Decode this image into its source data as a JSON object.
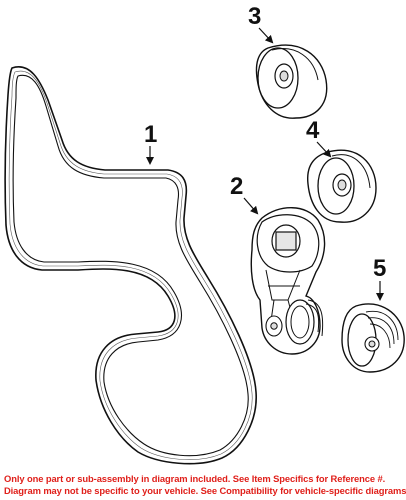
{
  "diagram": {
    "callouts": [
      {
        "label": "1",
        "part": "serpentine belt"
      },
      {
        "label": "2",
        "part": "belt tensioner assembly"
      },
      {
        "label": "3",
        "part": "idler pulley upper"
      },
      {
        "label": "4",
        "part": "idler pulley lower"
      },
      {
        "label": "5",
        "part": "grooved pulley"
      }
    ]
  },
  "disclaimer": {
    "line1": "Only one part or sub-assembly in diagram included. See Item Specifics for Reference #.",
    "line2": "Diagram may not be specific to your vehicle. See Compatibility for vehicle-specific diagrams.",
    "color": "#e0201b"
  }
}
